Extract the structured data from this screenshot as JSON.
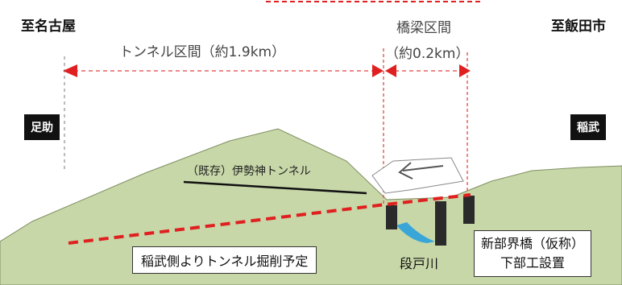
{
  "diagram": {
    "to_left": "至名古屋",
    "to_right": "至飯田市",
    "station_left": "足助",
    "station_right": "稲武",
    "tunnel_span": "トンネル区間（約1.9km）",
    "bridge_span_title": "橋梁区間",
    "bridge_span_length": "（約0.2km）",
    "existing_tunnel": "（既存）伊勢神トンネル",
    "river": "段戸川",
    "plan_note": "稲武側よりトンネル掘削予定",
    "bridge_note_line1": "新部界橋（仮称）",
    "bridge_note_line2": "下部工設置",
    "colors": {
      "hill": "#c7d7a8",
      "new_route": "#e02020",
      "river": "#3aa6d8",
      "pier": "#2a2a2a"
    }
  }
}
